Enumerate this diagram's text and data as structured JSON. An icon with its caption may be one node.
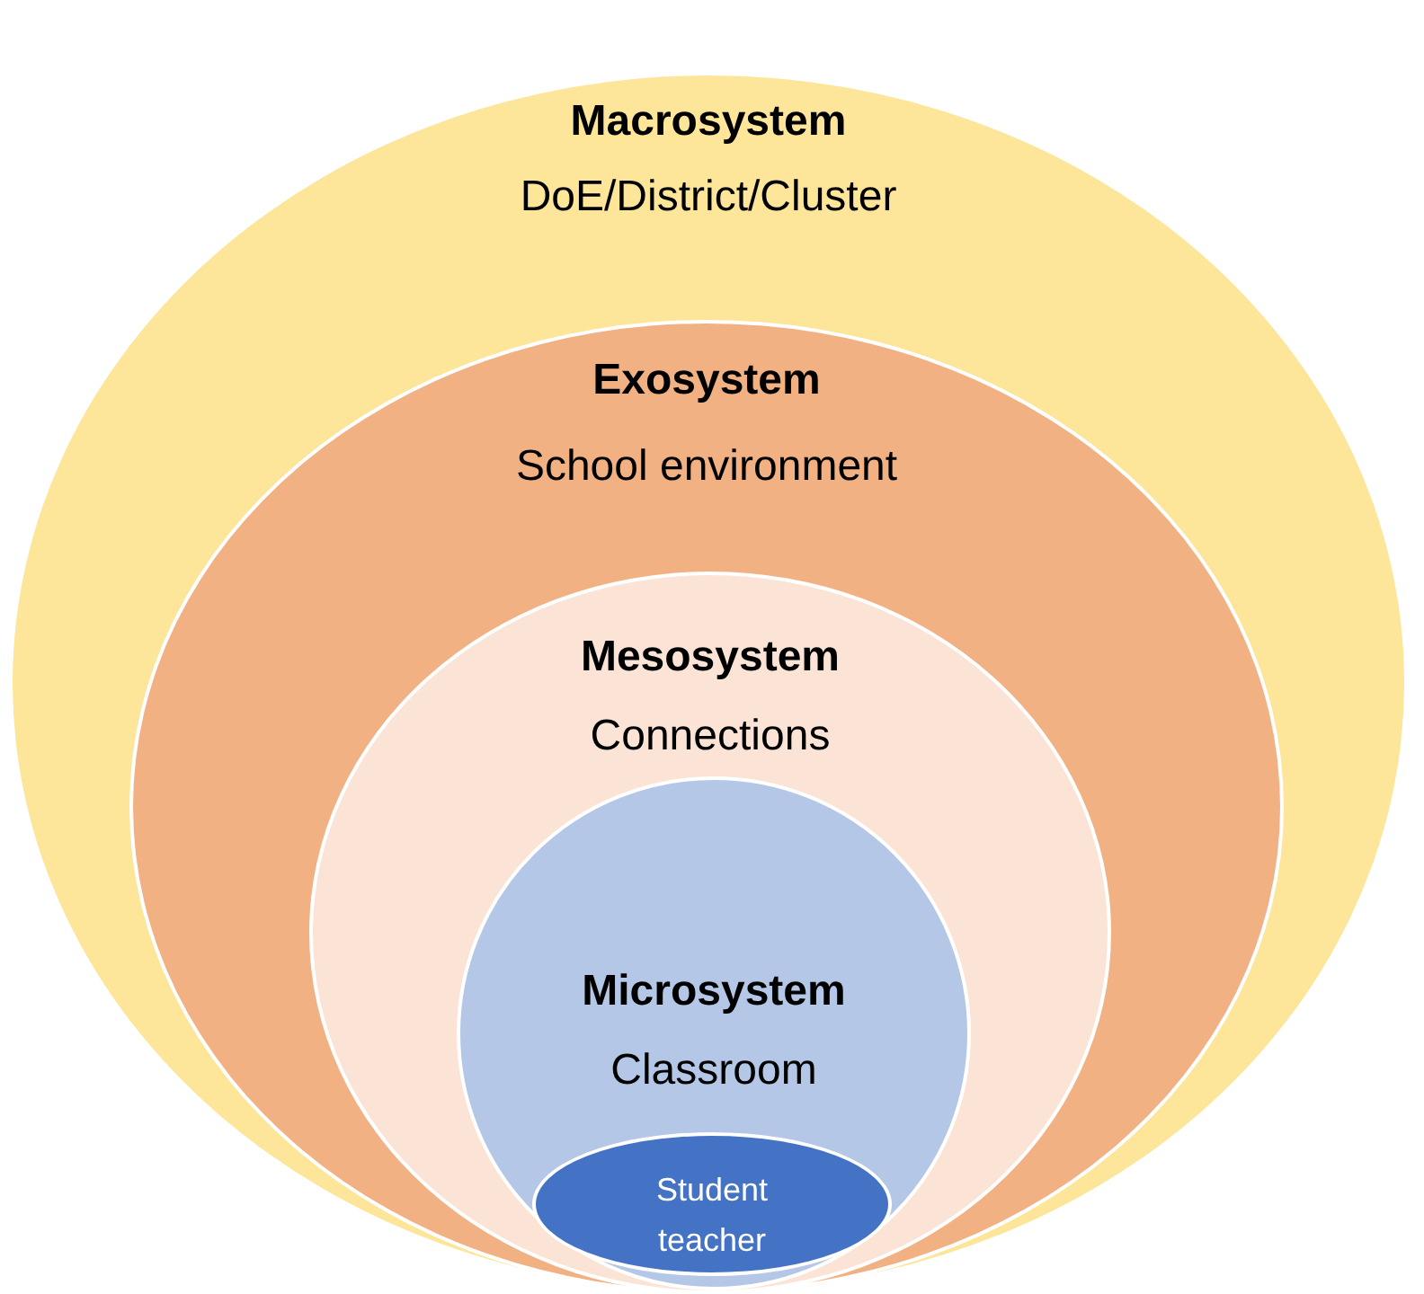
{
  "diagram": {
    "nodes": [
      {
        "text": [
          "Macrosystem",
          "DoE/District/Cluster"
        ]
      },
      {
        "text": [
          "Exosystem",
          "School environment"
        ],
        "in": 0
      },
      {
        "text": [
          "Mesosystem",
          "Connections"
        ],
        "in": 1
      },
      {
        "text": [
          "Microsystem",
          "Classroom"
        ],
        "in": 2
      },
      {
        "text": [
          "Student teacher"
        ],
        "in": 3
      }
    ]
  }
}
